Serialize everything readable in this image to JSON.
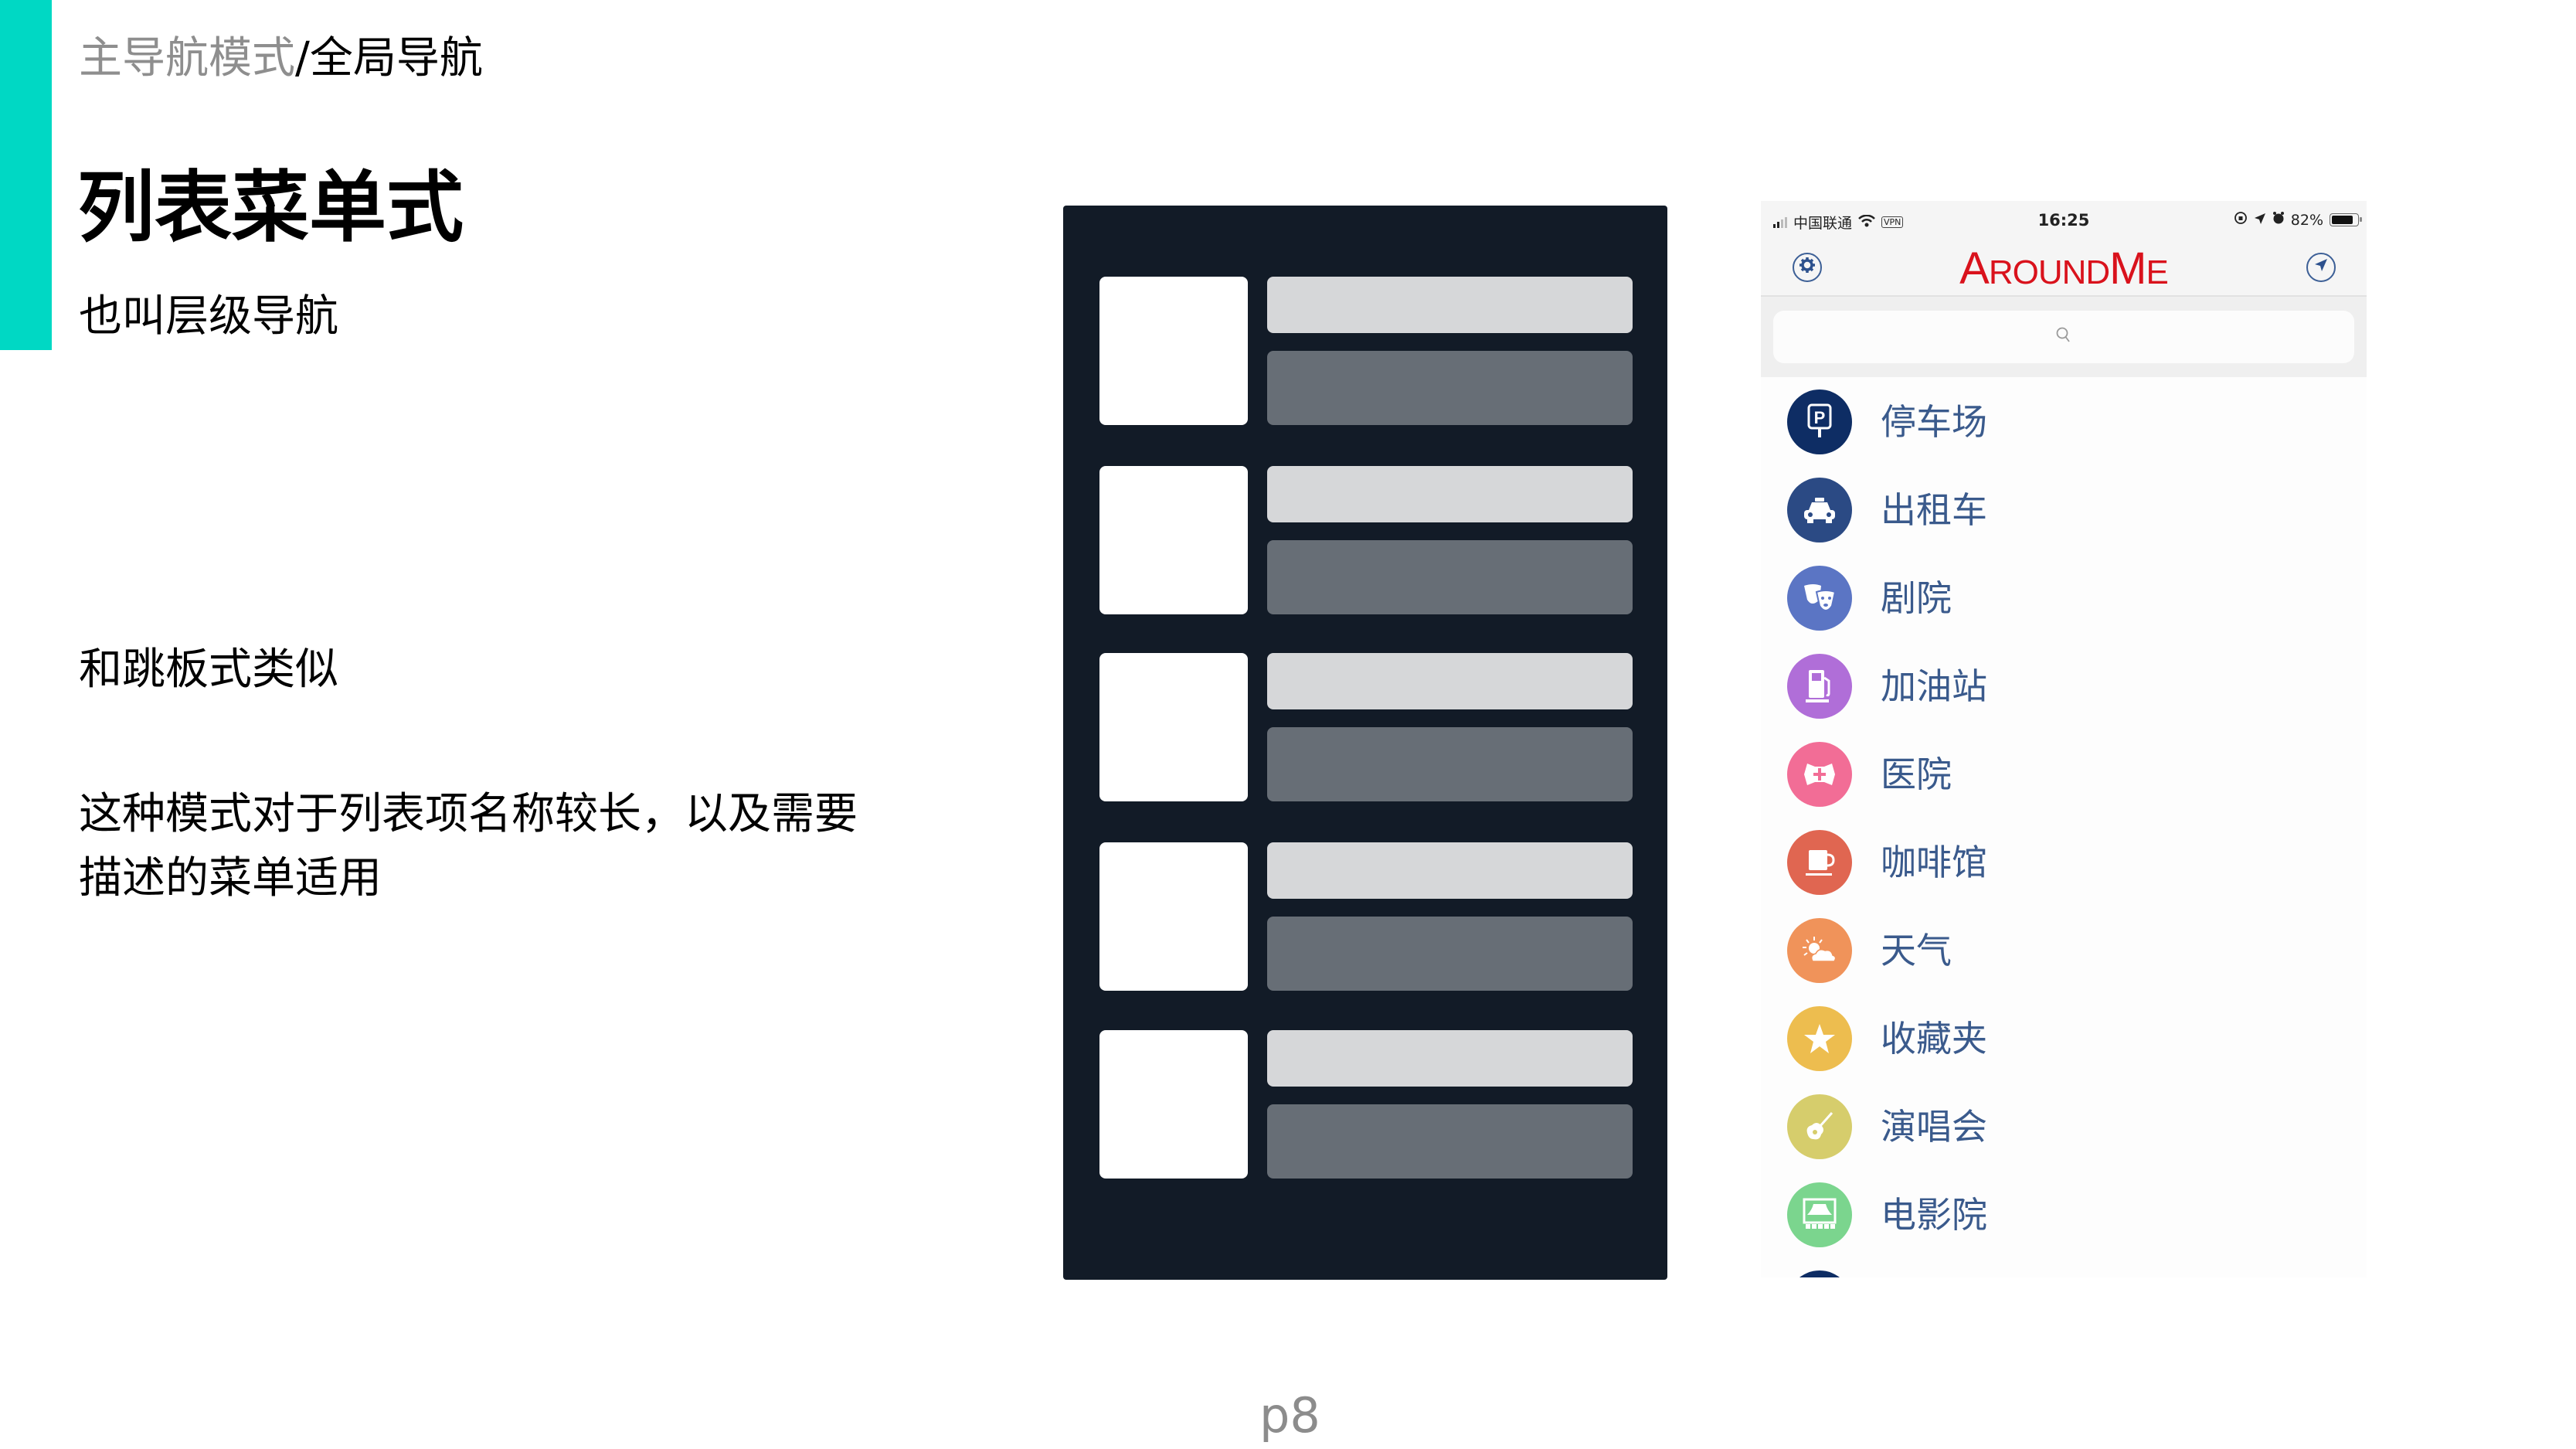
{
  "slide": {
    "breadcrumb": {
      "parent": "主导航模式",
      "separator": "/",
      "current": "全局导航"
    },
    "title": "列表菜单式",
    "subtitle": "也叫层级导航",
    "notes": [
      "和跳板式类似",
      "这种模式对于列表项名称较长，以及需要描述的菜单适用"
    ],
    "page_number": "p8",
    "accent_color": "#00d8c4"
  },
  "wireframe": {
    "background": "#121b27",
    "thumb_color": "#ffffff",
    "title_bar_color": "#d6d7d9",
    "desc_bar_color": "#676e76",
    "row_count": 5
  },
  "phone": {
    "status_bar": {
      "carrier": "中国联通",
      "vpn": "VPN",
      "time": "16:25",
      "battery": "82%"
    },
    "nav": {
      "logo_parts": [
        "A",
        "ROUND",
        "M",
        "E"
      ],
      "settings_icon": "gear-icon",
      "locate_icon": "location-arrow-icon"
    },
    "search": {
      "placeholder_icon": "search-icon"
    },
    "list": [
      {
        "label": "停车场",
        "icon": "parking-icon",
        "color": "#0e2d64"
      },
      {
        "label": "出租车",
        "icon": "taxi-icon",
        "color": "#2b4a84"
      },
      {
        "label": "剧院",
        "icon": "theater-masks-icon",
        "color": "#5b75c4"
      },
      {
        "label": "加油站",
        "icon": "gas-pump-icon",
        "color": "#b06ed8"
      },
      {
        "label": "医院",
        "icon": "hospital-icon",
        "color": "#f26d96"
      },
      {
        "label": "咖啡馆",
        "icon": "coffee-cup-icon",
        "color": "#e06651"
      },
      {
        "label": "天气",
        "icon": "weather-sun-cloud-icon",
        "color": "#f0935a"
      },
      {
        "label": "收藏夹",
        "icon": "star-icon",
        "color": "#edbd4f"
      },
      {
        "label": "演唱会",
        "icon": "guitar-icon",
        "color": "#d6cd6c"
      },
      {
        "label": "电影院",
        "icon": "cinema-icon",
        "color": "#7bd58e"
      }
    ],
    "partial_next_icon_color": "#0e2d64",
    "label_color": "#3a5a8c"
  }
}
